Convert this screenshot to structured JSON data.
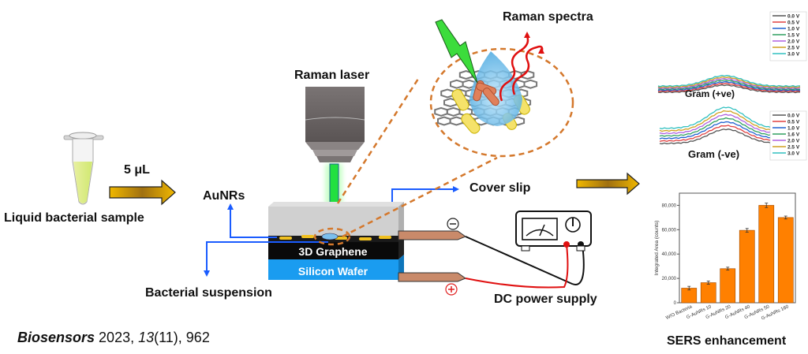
{
  "figure": {
    "labels": {
      "raman_spectra": "Raman spectra",
      "raman_laser": "Raman laser",
      "volume": "5 μL",
      "liquid_sample": "Liquid bacterial sample",
      "aunrs": "AuNRs",
      "cover_slip": "Cover slip",
      "graphene": "3D Graphene",
      "silicon": "Silicon Wafer",
      "bacterial_suspension": "Bacterial suspension",
      "dc_power": "DC power supply",
      "minus_sign": "−",
      "plus_sign": "+",
      "gram_pos": "Gram (+ve)",
      "gram_neg": "Gram (-ve)",
      "sers": "SERS enhancement"
    },
    "citation": {
      "journal": "Biosensors",
      "year": " 2023, ",
      "volume": "13",
      "issue_pages": "(11), 962"
    },
    "colors": {
      "arrow_gold": "#e8b010",
      "blue_line": "#1a5cff",
      "orange_dash": "#d4782c",
      "laser_green": "#22e040",
      "silicon_blue": "#1a9cf0",
      "graphene_black": "#0a0a0a",
      "electrode_copper": "#c98a6a",
      "bar_orange": "#ff8000"
    }
  },
  "chart_data": [
    {
      "type": "line",
      "title": "Gram (+ve)",
      "legend_position": "top-right",
      "series": [
        {
          "name": "0.0 V",
          "color": "#555555",
          "offset": 0
        },
        {
          "name": "0.5 V",
          "color": "#e04040",
          "offset": 1
        },
        {
          "name": "1.0 V",
          "color": "#2060d0",
          "offset": 2
        },
        {
          "name": "1.5 V",
          "color": "#30a060",
          "offset": 3
        },
        {
          "name": "2.0 V",
          "color": "#b060e0",
          "offset": 4
        },
        {
          "name": "2.5 V",
          "color": "#d0a020",
          "offset": 5
        },
        {
          "name": "3.0 V",
          "color": "#30c0c0",
          "offset": 6
        }
      ],
      "xlabel": "",
      "ylabel": "",
      "grid": false
    },
    {
      "type": "line",
      "title": "Gram (-ve)",
      "legend_position": "top-right",
      "series": [
        {
          "name": "0.0 V",
          "color": "#555555",
          "offset": 0
        },
        {
          "name": "0.5 V",
          "color": "#e04040",
          "offset": 1
        },
        {
          "name": "1.0 V",
          "color": "#2060d0",
          "offset": 2
        },
        {
          "name": "1.6 V",
          "color": "#30a060",
          "offset": 3
        },
        {
          "name": "2.0 V",
          "color": "#b060e0",
          "offset": 4
        },
        {
          "name": "2.5 V",
          "color": "#d0a020",
          "offset": 5
        },
        {
          "name": "3.0 V",
          "color": "#30c0c0",
          "offset": 6
        }
      ],
      "xlabel": "",
      "ylabel": "",
      "grid": false
    },
    {
      "type": "bar",
      "title": "SERS enhancement",
      "categories": [
        "W/O Bacteria",
        "G-AuNRs 10",
        "G-AuNRs 20",
        "G-AuNRs 40",
        "G-AuNRs 50",
        "G-AuNRs 160"
      ],
      "values": [
        12000,
        16500,
        28000,
        59500,
        80000,
        70000
      ],
      "errors": [
        1500,
        1300,
        1200,
        1500,
        1800,
        1200
      ],
      "xlabel": "",
      "ylabel": "Integrated Area (counts)",
      "ylim": [
        0,
        90000
      ],
      "yticks": [
        "0",
        "20,000",
        "40,000",
        "60,000",
        "80,000"
      ],
      "ytick_values": [
        0,
        20000,
        40000,
        60000,
        80000
      ],
      "grid": false
    }
  ]
}
